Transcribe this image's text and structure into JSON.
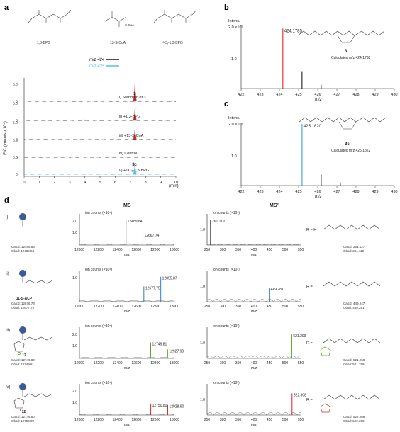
{
  "panel_a": {
    "label": "a",
    "structures": [
      {
        "name": "1,3-BPG"
      },
      {
        "name": "13-S-CoA",
        "group": "S-CoA"
      },
      {
        "name": "¹³C₃-1,3-BPG"
      }
    ],
    "legend": [
      {
        "text": "m/z 424",
        "color": "#111111"
      },
      {
        "text": "m/z 425",
        "color": "#4fc3e8"
      }
    ],
    "ylabel": "EIC (counts ×10⁴)",
    "xlabel": "(min)",
    "ylim": [
      0,
      5.0
    ],
    "y_ticks": [
      "0",
      "5.0"
    ],
    "x_ticks": [
      "0",
      "1",
      "2",
      "3",
      "4",
      "5",
      "6",
      "7",
      "8",
      "9",
      "10"
    ],
    "peak_label_top": "3",
    "peak_label_bottom": "3c",
    "traces": [
      {
        "label": "i) Standard of 3",
        "peak_color": "#cc2222",
        "peak_time": 7.3,
        "peak": 5.0,
        "axis_labels": [
          "0",
          "5.0"
        ]
      },
      {
        "label": "ii) +1,3-BPG",
        "peak_color": "#cc2222",
        "peak_time": 7.3,
        "peak": 3.4,
        "axis_labels": [
          "0",
          "5.0"
        ]
      },
      {
        "label": "iii) +13-S-CoA",
        "peak_color": "#cc2222",
        "peak_time": 7.3,
        "peak": 3.0,
        "axis_labels": [
          "0",
          "5.0"
        ]
      },
      {
        "label": "iv) Control",
        "peak_color": "#555555",
        "peak_time": 7.3,
        "peak": 0.0,
        "axis_labels": [
          "0",
          "5.0"
        ]
      },
      {
        "label": "v) +¹³C₃-1,3-BPG",
        "peak_color": "#4fc3e8",
        "peak_time": 7.3,
        "peak": 3.2,
        "axis_labels": [
          "0",
          "5.0"
        ]
      }
    ]
  },
  "panel_b": {
    "label": "b",
    "intens_label": "Intens.",
    "scale_label": "2.0 ×10⁵",
    "scale_half": "1.0",
    "peak_label": "424.1785",
    "compound": "3",
    "calc_text": "Calculated m/z 424.1788",
    "xlabel": "m/z",
    "x_ticks": [
      "422",
      "423",
      "424",
      "425",
      "426",
      "427",
      "428",
      "429",
      "430"
    ],
    "chart_data": {
      "type": "bar",
      "x": [
        424.1785,
        425.18,
        426.18
      ],
      "values": [
        1.9,
        0.55,
        0.12
      ],
      "highlight_index": 0,
      "highlight_color": "#e02525",
      "xlim": [
        422,
        430
      ],
      "ylim": [
        0,
        2.0
      ]
    }
  },
  "panel_c": {
    "label": "c",
    "intens_label": "Intens.",
    "scale_label": "2.0 ×10⁵",
    "scale_half": "1.0",
    "peak_label": "425.1820",
    "compound": "3c",
    "calc_text": "Calculated m/z 425.1822",
    "xlabel": "m/z",
    "x_ticks": [
      "422",
      "423",
      "424",
      "425",
      "426",
      "427",
      "428",
      "429",
      "430"
    ],
    "chart_data": {
      "type": "bar",
      "x": [
        425.182,
        426.18,
        427.18
      ],
      "values": [
        1.95,
        0.35,
        0.1
      ],
      "highlight_index": 0,
      "highlight_color": "#3aa3d8",
      "xlim": [
        422,
        430
      ],
      "ylim": [
        0,
        2.0
      ]
    }
  },
  "panel_d": {
    "label": "d",
    "ms_title": "MS",
    "ms2_title": "MS²",
    "xlabel": "m/z",
    "ms_x_ticks": [
      "12000",
      "12200",
      "12400",
      "12600",
      "12800",
      "13000"
    ],
    "ms2_x_ticks": [
      "250",
      "300",
      "350",
      "400",
      "450",
      "500",
      "550"
    ],
    "rows": [
      {
        "label": "i)",
        "compound_name": "",
        "calcd": "Calcd: 12489.86",
        "obsd": "Obsd: 12489.84",
        "ms_scale": "ion counts (×10⁶)",
        "ms_y_ticks": [
          "2.0",
          "1.0"
        ],
        "ms_peaks": [
          {
            "mz": 12489.84,
            "h": 1.0,
            "label": "12489.84",
            "c": "#111111"
          },
          {
            "mz": 12667.74,
            "h": 0.45,
            "label": "12667.74",
            "c": "#111111"
          }
        ],
        "ms2_scale": "ion counts (×10⁵)",
        "ms2_y_ticks": [
          "1.0"
        ],
        "ms2_peaks": [
          {
            "mz": 261.119,
            "h": 1.0,
            "label": "261.119",
            "c": "#111111"
          }
        ],
        "r_label": "R = H",
        "frag_calcd": "Calcd: 261.127",
        "frag_obsd": "Obsd: 261.119",
        "accent": "#111111"
      },
      {
        "label": "ii)",
        "compound_name": "11-S-ACP",
        "calcd": "Calcd: 12676.78",
        "obsd": "Obsd: 12677.75",
        "ms_scale": "ion counts (×10⁶)",
        "ms_y_ticks": [
          "1.0"
        ],
        "ms_peaks": [
          {
            "mz": 12677.75,
            "h": 0.6,
            "label": "12677.75",
            "c": "#2a7fc0"
          },
          {
            "mz": 12855.87,
            "h": 0.98,
            "label": "12855.87",
            "c": "#2a7fc0"
          }
        ],
        "ms2_scale": "ion counts (×10³)",
        "ms2_y_ticks": [
          "1.0"
        ],
        "ms2_peaks": [
          {
            "mz": 449.281,
            "h": 0.55,
            "label": "449.281",
            "c": "#2a7fc0"
          }
        ],
        "r_label": "R =",
        "frag_calcd": "Calcd: 449.247",
        "frag_obsd": "Obsd: 449.281",
        "accent": "#2a7fc0"
      },
      {
        "label": "iii)",
        "compound_name": "12",
        "calcd": "Calcd: 12749.80",
        "obsd": "Obsd: 12749.81",
        "ms_scale": "ion counts (×10⁵)",
        "ms_y_ticks": [
          "2.0",
          "1.0"
        ],
        "ms_peaks": [
          {
            "mz": 12749.81,
            "h": 0.62,
            "label": "12749.81",
            "c": "#5aa020"
          },
          {
            "mz": 12927.9,
            "h": 0.35,
            "label": "12927.90",
            "c": "#5aa020"
          }
        ],
        "ms2_scale": "ion counts (×10³)",
        "ms2_y_ticks": [
          "1.0"
        ],
        "ms2_peaks": [
          {
            "mz": 521.299,
            "h": 0.95,
            "label": "521.299",
            "c": "#5aa020"
          }
        ],
        "r_label": "R =",
        "frag_calcd": "Calcd: 521.268",
        "frag_obsd": "Obsd: 521.299",
        "accent": "#5aa020"
      },
      {
        "label": "iv)",
        "compound_name": "12'",
        "calcd": "Calcd: 12749.80",
        "obsd": "Obsd: 12750.80",
        "ms_scale": "ion counts (×10⁵)",
        "ms_y_ticks": [
          "2.0",
          "1.0"
        ],
        "ms_peaks": [
          {
            "mz": 12750.8,
            "h": 0.45,
            "label": "12750.80",
            "c": "#d02828"
          },
          {
            "mz": 12928.9,
            "h": 0.4,
            "label": "12928.90",
            "c": "#d02828"
          }
        ],
        "ms2_scale": "ion counts (×10³)",
        "ms2_y_ticks": [
          "1.0"
        ],
        "ms2_peaks": [
          {
            "mz": 522.308,
            "h": 0.85,
            "label": "522.308",
            "c": "#d02828"
          }
        ],
        "r_label": "R =",
        "frag_calcd": "Calcd: 522.268",
        "frag_obsd": "Obsd: 522.308",
        "accent": "#d02828"
      }
    ]
  }
}
